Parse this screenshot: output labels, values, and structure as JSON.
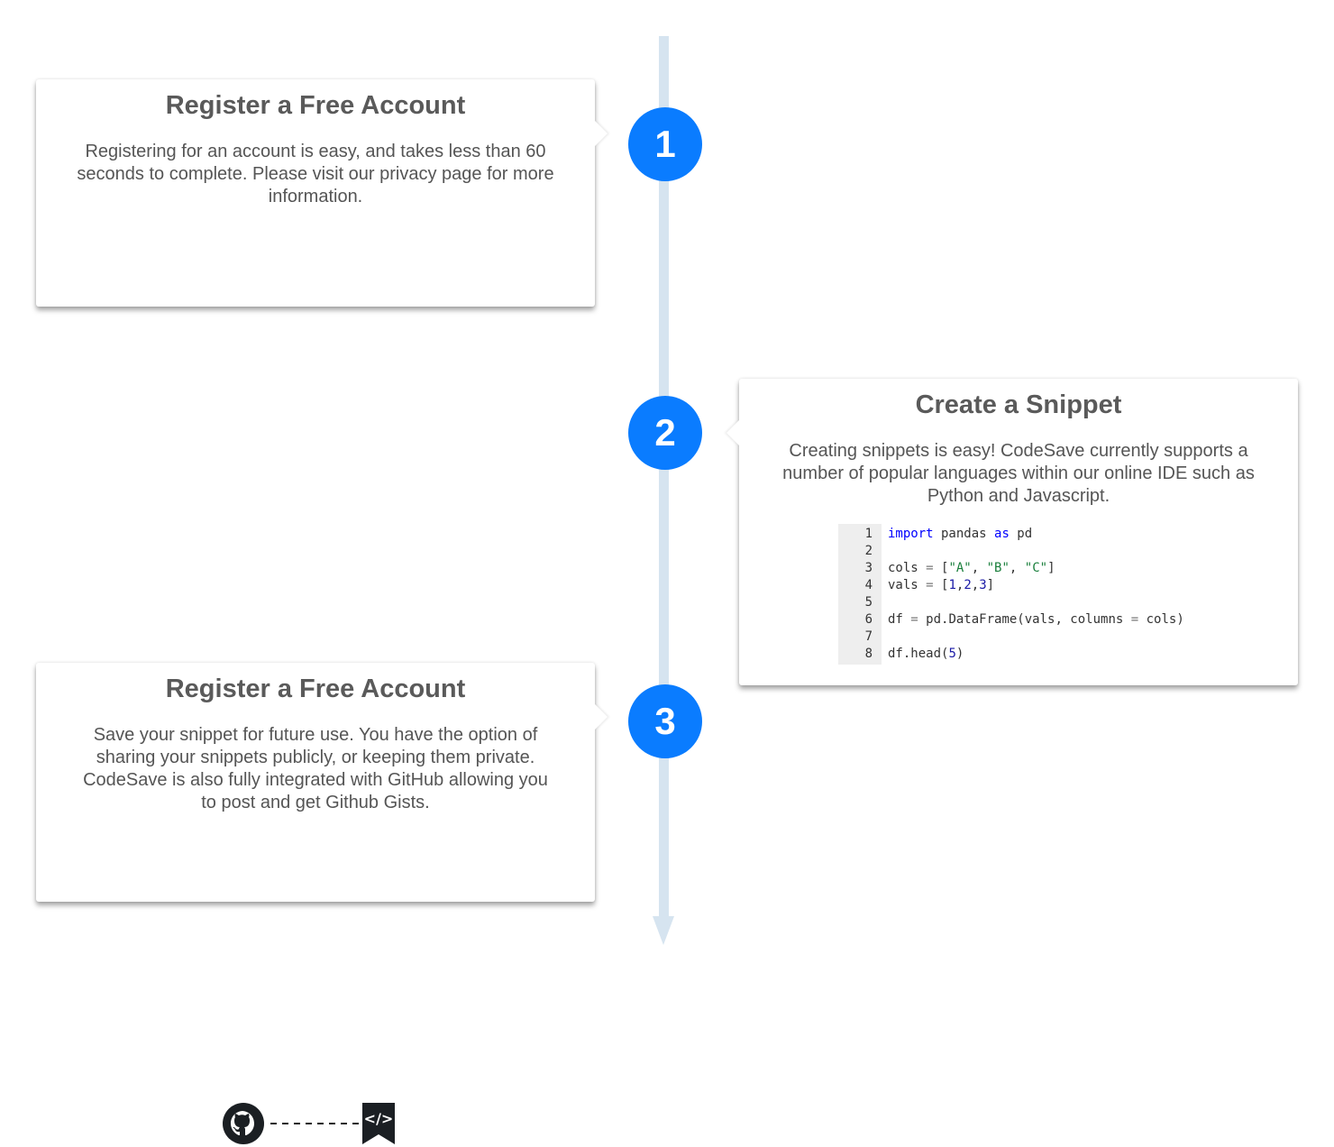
{
  "timeline": {
    "steps": [
      "1",
      "2",
      "3"
    ],
    "accent_color": "#0a7cff",
    "line_color": "#d6e4f0"
  },
  "cards": [
    {
      "title": "Register a Free Account",
      "body": "Registering for an account is easy, and takes less than 60 seconds to complete. Please visit our privacy page for more information."
    },
    {
      "title": "Create a Snippet",
      "body": "Creating snippets is easy! CodeSave currently supports a number of popular languages within our online IDE such as Python and Javascript.",
      "code": {
        "line_numbers": [
          "1",
          "2",
          "3",
          "4",
          "5",
          "6",
          "7",
          "8"
        ],
        "lines": [
          [
            {
              "t": "import",
              "c": "kw"
            },
            {
              "t": " pandas ",
              "c": ""
            },
            {
              "t": "as",
              "c": "kw"
            },
            {
              "t": " pd",
              "c": ""
            }
          ],
          [],
          [
            {
              "t": "cols ",
              "c": ""
            },
            {
              "t": "=",
              "c": "op"
            },
            {
              "t": " [",
              "c": ""
            },
            {
              "t": "\"A\"",
              "c": "str"
            },
            {
              "t": ", ",
              "c": ""
            },
            {
              "t": "\"B\"",
              "c": "str"
            },
            {
              "t": ", ",
              "c": ""
            },
            {
              "t": "\"C\"",
              "c": "str"
            },
            {
              "t": "]",
              "c": ""
            }
          ],
          [
            {
              "t": "vals ",
              "c": ""
            },
            {
              "t": "=",
              "c": "op"
            },
            {
              "t": " [",
              "c": ""
            },
            {
              "t": "1",
              "c": "num"
            },
            {
              "t": ",",
              "c": ""
            },
            {
              "t": "2",
              "c": "num"
            },
            {
              "t": ",",
              "c": ""
            },
            {
              "t": "3",
              "c": "num"
            },
            {
              "t": "]",
              "c": ""
            }
          ],
          [],
          [
            {
              "t": "df ",
              "c": ""
            },
            {
              "t": "=",
              "c": "op"
            },
            {
              "t": " pd.DataFrame(vals, columns ",
              "c": ""
            },
            {
              "t": "=",
              "c": "op"
            },
            {
              "t": " cols)",
              "c": ""
            }
          ],
          [],
          [
            {
              "t": "df.head(",
              "c": ""
            },
            {
              "t": "5",
              "c": "num"
            },
            {
              "t": ")",
              "c": ""
            }
          ]
        ]
      }
    },
    {
      "title": "Register a Free Account",
      "body": "Save your snippet for future use. You have the option of sharing your snippets publicly, or keeping them private. CodeSave is also fully integrated with GitHub allowing you to post and get Github Gists.",
      "integration_icons": [
        "github-icon",
        "codesave-bookmark-icon"
      ],
      "bookmark_glyph": "</>"
    }
  ]
}
